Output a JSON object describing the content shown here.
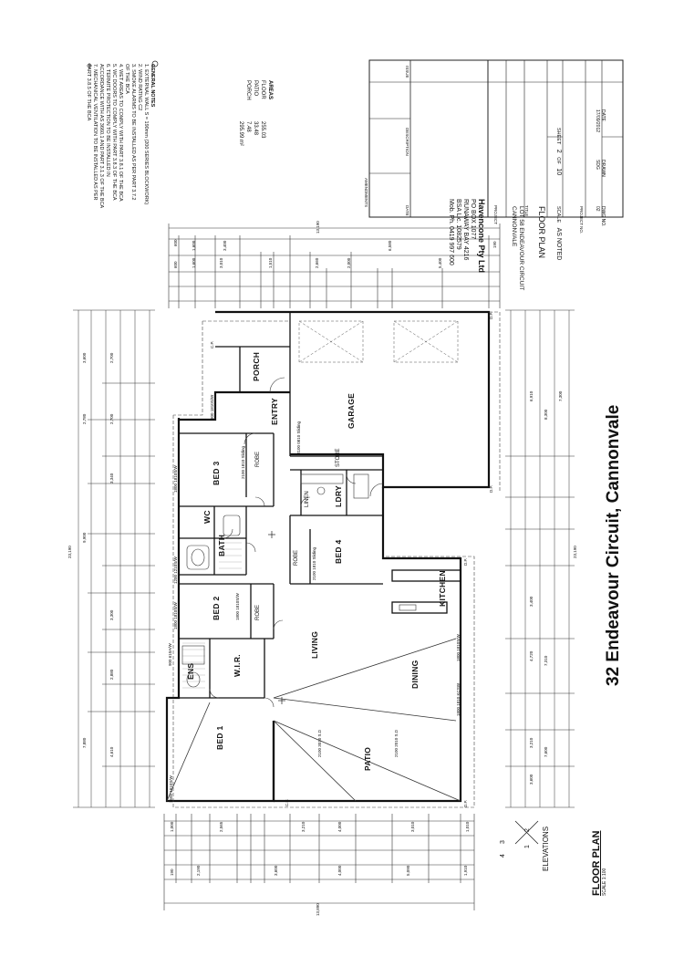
{
  "address_title": "32 Endeavour Circuit, Cannonvale",
  "plan_heading": {
    "title": "FLOOR PLAN",
    "scale": "SCALE 1:100"
  },
  "elevations": {
    "label": "ELEVATIONS",
    "numbers": [
      "1",
      "2",
      "3",
      "4"
    ]
  },
  "general_notes": {
    "heading": "GENERAL NOTES",
    "items": [
      "1. EXTERNAL WALL S = 190mm (200 SERIES BLOCKWORK)",
      "2. WIND RATING C2",
      "3. SMOKE ALARMS TO BE INSTALLED AS PER PART 3.7.2",
      "   OF THE BCA",
      "4. WET AREAS TO COMPLY WITH PART 3.8.1 OF THE BCA",
      "5. WC DOORS TO COMPLY WITH PART 3.8.3 OF THE BCA",
      "6. TERMITE PROTECTION TO BE INSTALLED IN",
      "   ACCORDANCE WITH AS 3660.1 AND PART 3.1.3 OF THE BCA",
      "7. MECHANICAL VENTILATION TO BE INSTALLED AS PER",
      "   PART 3.8.5 OF THE BCA"
    ]
  },
  "areas": {
    "heading": "AREAS",
    "rows": [
      {
        "name": "FLOOR",
        "value": "255.03"
      },
      {
        "name": "PATIO",
        "value": "33.48"
      },
      {
        "name": "PORCH",
        "value": "7.48"
      }
    ],
    "total": "295.99 m²"
  },
  "title_block": {
    "amendments_label": "AMENDMENTS",
    "date_label": "DATE",
    "description_label": "DESCRIPTION",
    "issue_label": "ISSUE",
    "company": "Havencone Pty Ltd",
    "company_lines": [
      "PO BOX 1077",
      "RUNAWAY BAY 4216",
      "BSA Lic. 1082579",
      "Mob. Ph. 0419 997 600"
    ],
    "project_label": "PROJECT",
    "project": "LOT 58 ENDEAVOUR CIRCUIT",
    "project_line2": "CANNONVALE",
    "title_label": "TITLE",
    "title": "FLOOR PLAN",
    "scale_label": "SCALE",
    "scale": "AS NOTED",
    "sheet_label": "SHEET",
    "sheet": "2",
    "of_label": "OF",
    "sheet_total": "10",
    "project_no_label": "PROJECT NO.",
    "dwg_no_label": "DWG NO.",
    "dwg_no": "02",
    "drawn_label": "DRAWN",
    "drawn": "SDG",
    "date_label2": "DATE",
    "date": "17/09/2012"
  },
  "rooms": {
    "porch": "PORCH",
    "entry": "ENTRY",
    "garage": "GARAGE",
    "store": "STORE",
    "linen": "LINEN",
    "lndry": "LDRY",
    "bed3": "BED 3",
    "robe3": "ROBE",
    "wc": "WC",
    "bath": "BATH",
    "bed4": "BED 4",
    "robe4": "ROBE",
    "kitchen": "KITCHEN",
    "bed2": "BED 2",
    "robe2": "ROBE",
    "living": "LIVING",
    "dining": "DINING",
    "ens": "ENS",
    "wir": "W.I.R.",
    "bed1": "BED 1",
    "patio": "PATIO"
  },
  "dimensions": {
    "top_overall": "13,190",
    "bottom_overall": "13,890",
    "left_overall": "23,190",
    "right_overall": "23,190",
    "top_row1": [
      "600",
      "1,600",
      "3,400",
      "6,580",
      "190"
    ],
    "top_row2": [
      "600",
      "1,600",
      "3,010",
      "1,510",
      "2,660",
      "2,000",
      "5,400"
    ],
    "bottom_row1": [
      "1,000",
      "2,565",
      "3,210",
      "4,000",
      "3,010",
      "1,010"
    ],
    "bottom_row2": [
      "190",
      "2,190",
      "3,600",
      "4,000",
      "5,090",
      "1,910"
    ],
    "left_row1": [
      "7,880",
      "9,900",
      "2,780",
      "3,600"
    ],
    "left_row2": [
      "4,610",
      "2,880",
      "3,300",
      "3,340",
      "2,700",
      "2,700"
    ],
    "right_row1": [
      "7,600",
      "7,310",
      "8,300",
      "7,300"
    ],
    "right_row2": [
      "3,600",
      "3,210",
      "4,720",
      "3,400",
      "6,910"
    ],
    "window_tags": [
      "1800 1810S/W",
      "1800 1810S/W",
      "1200 1210S/W",
      "2100 1810 Sliding",
      "2100 1810 Sliding",
      "1800 1810S/W",
      "900 610A/W",
      "1500 1810S/W",
      "2100 3010 S.D",
      "2100 2010 S.D",
      "900 1810S/W",
      "1800 1810S/W",
      "2100 0810 Sliding",
      "1800 1810 KCSW"
    ],
    "cp": "C.P.",
    "dp": "D.P."
  }
}
